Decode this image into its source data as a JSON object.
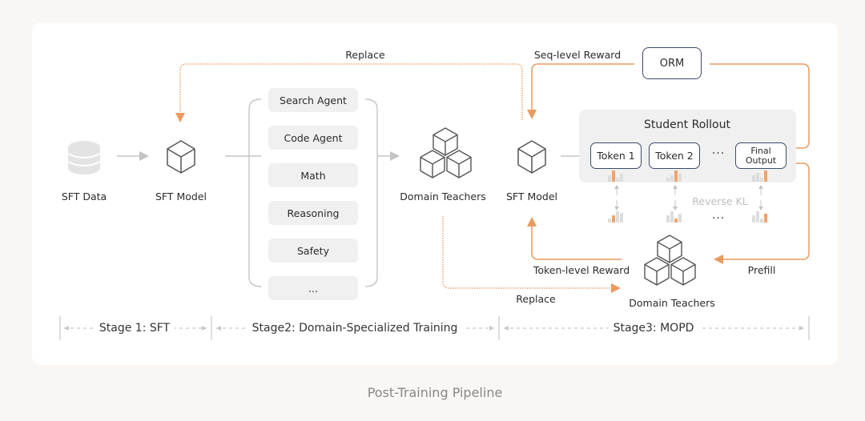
{
  "caption": "Post-Training Pipeline",
  "colors": {
    "orange": "#f0a46b",
    "gray_line": "#c8c8c8",
    "navy_border": "#3d4a66",
    "pill_bg": "#f0f0f0",
    "page_bg": "#f9f6f3"
  },
  "stage1": {
    "data_label": "SFT Data",
    "model_label": "SFT Model",
    "data_icon": "database-icon",
    "model_icon": "cube-icon"
  },
  "stage2": {
    "domains": [
      "Search Agent",
      "Code Agent",
      "Math",
      "Reasoning",
      "Safety",
      "..."
    ],
    "teachers_label": "Domain Teachers",
    "teachers_icon": "cubes-icon"
  },
  "stage3": {
    "model_label": "SFT Model",
    "rollout_title": "Student Rollout",
    "tokens": [
      "Token 1",
      "Token 2",
      "Final Output"
    ],
    "ellipsis": "···",
    "orm_label": "ORM",
    "seq_reward_label": "Seq-level Reward",
    "token_reward_label": "Token-level Reward",
    "prefill_label": "Prefill",
    "reverse_kl_label": "Reverse KL",
    "teachers_label": "Domain Teachers"
  },
  "replace_top_label": "Replace",
  "replace_bottom_label": "Replace",
  "stages": [
    {
      "label": "Stage 1: SFT"
    },
    {
      "label": "Stage2: Domain-Specialized Training"
    },
    {
      "label": "Stage3: MOPD"
    }
  ]
}
